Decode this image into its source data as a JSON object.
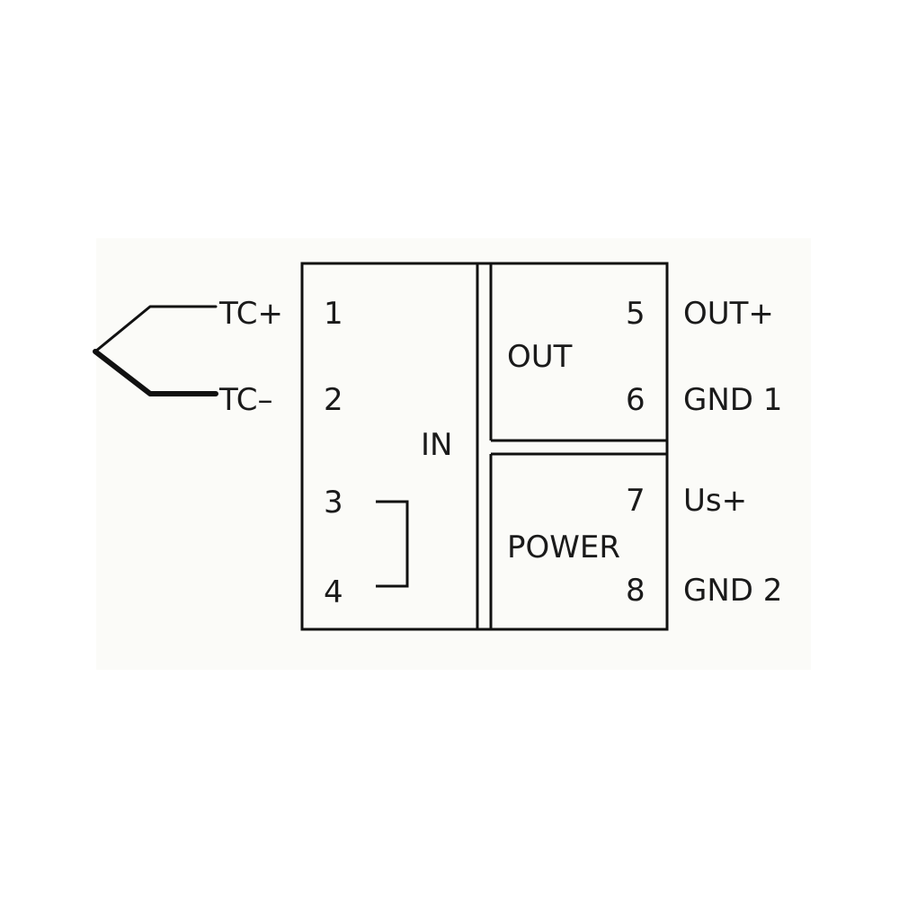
{
  "diagram": {
    "blocks": {
      "in": "IN",
      "out": "OUT",
      "power": "POWER"
    },
    "terminals": [
      {
        "number": "1",
        "label": "TC+"
      },
      {
        "number": "2",
        "label": "TC–"
      },
      {
        "number": "3",
        "label": ""
      },
      {
        "number": "4",
        "label": ""
      },
      {
        "number": "5",
        "label": "OUT+"
      },
      {
        "number": "6",
        "label": "GND 1"
      },
      {
        "number": "7",
        "label": "Us+"
      },
      {
        "number": "8",
        "label": "GND 2"
      }
    ]
  }
}
